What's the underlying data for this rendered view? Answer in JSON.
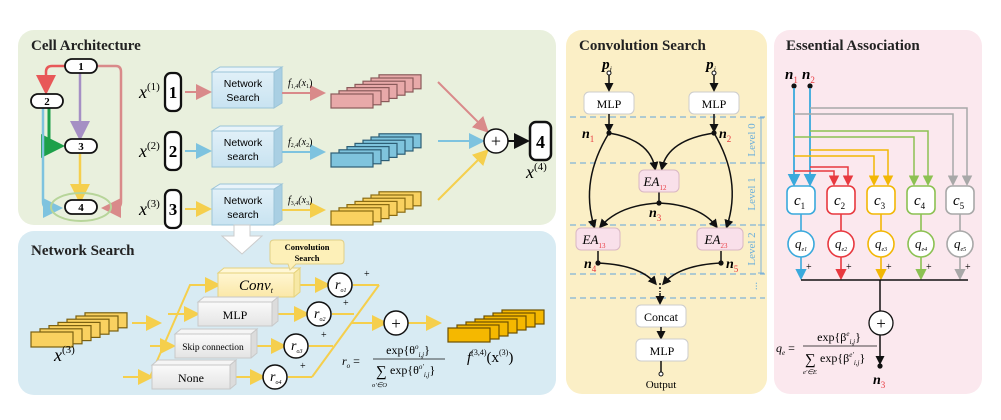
{
  "panels": {
    "cell": {
      "title": "Cell Architecture",
      "bg": "#e9f0dd"
    },
    "network": {
      "title": "Network Search",
      "bg": "#d8ebf3"
    },
    "conv": {
      "title": "Convolution Search",
      "bg": "#fbefc6"
    },
    "ea": {
      "title": "Essential Association",
      "bg": "#fbe8ee"
    }
  },
  "cell": {
    "graph_nodes": [
      "1",
      "2",
      "3",
      "4"
    ],
    "rows": [
      {
        "input": "x",
        "input_sup": "(1)",
        "node": "1",
        "box": [
          "Network",
          "Search"
        ],
        "func": "f",
        "func_sub": "1,4",
        "func_arg": "(x",
        "func_arg_sub": "1",
        "color": "#d98a8a",
        "fill": "#e8a9a9"
      },
      {
        "input": "x",
        "input_sup": "(2)",
        "node": "2",
        "box": [
          "Network",
          "search"
        ],
        "func": "f",
        "func_sub": "2,4",
        "func_arg": "(x",
        "func_arg_sub": "2",
        "color": "#7ec3df",
        "fill": "#7fc4dd"
      },
      {
        "input": "x",
        "input_sup": "(3)",
        "node": "3",
        "box": [
          "Network",
          "search"
        ],
        "func": "f",
        "func_sub": "3,4",
        "func_arg": "(x",
        "func_arg_sub": "3",
        "color": "#f5cf4d",
        "fill": "#f9d160"
      }
    ],
    "plus": "+",
    "output_node": "4",
    "output_label": "x",
    "output_sup": "(4)"
  },
  "network": {
    "input_label": "x",
    "input_sup": "(3)",
    "callout": [
      "Convolution",
      "Search"
    ],
    "ops": [
      "Conv",
      "MLP",
      "Skip connection",
      "None"
    ],
    "conv_sub": "t",
    "weights": [
      "r",
      "r",
      "r",
      "r"
    ],
    "weight_subs": [
      "o1",
      "o2",
      "o3",
      "o4"
    ],
    "plus_marks": [
      "+",
      "+",
      "+",
      "+"
    ],
    "sum": "+",
    "output_label": "f",
    "output_sup": "(3,4)",
    "output_arg": "(x",
    "output_arg_sup": "(3)",
    "formula": {
      "lhs": "r",
      "lhs_sub": "o",
      "num": "exp{θ",
      "den": "exp{θ",
      "sum_sub": "o'∈O"
    }
  },
  "conv": {
    "inputs": [
      "p",
      "p"
    ],
    "input_subs": [
      "i",
      "j"
    ],
    "mlp_top": [
      "MLP",
      "MLP"
    ],
    "nodes": {
      "n1": "1",
      "n2": "2",
      "n3": "3",
      "n4": "4",
      "n5": "5"
    },
    "ea_boxes": [
      {
        "label": "EA",
        "sub": "12"
      },
      {
        "label": "EA",
        "sub": "13"
      },
      {
        "label": "EA",
        "sub": "23"
      }
    ],
    "levels": [
      "Level 0",
      "Level 1",
      "Level 2",
      "..."
    ],
    "concat": "Concat",
    "mlp_bottom": "MLP",
    "output": "Output"
  },
  "ea": {
    "inputs": [
      "n",
      "n"
    ],
    "input_subs": [
      "1",
      "2"
    ],
    "cells": [
      "c",
      "c",
      "c",
      "c",
      "c"
    ],
    "cell_subs": [
      "1",
      "2",
      "3",
      "4",
      "5"
    ],
    "weights": [
      "q",
      "q",
      "q",
      "q",
      "q"
    ],
    "weight_subs": [
      "e1",
      "e2",
      "e3",
      "e4",
      "e5"
    ],
    "colors": [
      "#3aa9dc",
      "#e8393f",
      "#f2b705",
      "#8cc152",
      "#a8a8a8"
    ],
    "plus_marks": [
      "+",
      "+",
      "+",
      "+",
      "+"
    ],
    "sum": "+",
    "output": "n",
    "output_sub": "3",
    "formula": {
      "lhs": "q",
      "lhs_sub": "e",
      "num": "exp{β",
      "den": "exp{β",
      "sum_sub": "e'∈E"
    }
  }
}
